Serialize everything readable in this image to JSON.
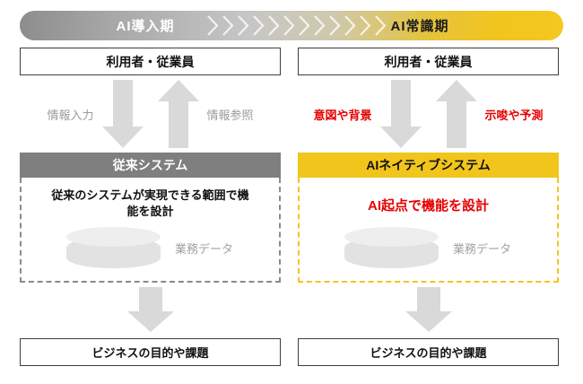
{
  "banner": {
    "left_label": "AI導入期",
    "right_label": "AI常識期"
  },
  "columns": [
    {
      "top_box": "利用者・従業員",
      "down_label": "情報入力",
      "up_label": "情報参照",
      "system_title": "従来システム",
      "system_desc": "従来のシステムが実現できる範囲で機能を設計",
      "data_label": "業務データ",
      "bottom_box": "ビジネスの目的や課題"
    },
    {
      "top_box": "利用者・従業員",
      "down_label": "意図や背景",
      "up_label": "示唆や予測",
      "system_title": "AIネイティブシステム",
      "system_desc": "AI起点で機能を設計",
      "data_label": "業務データ",
      "bottom_box": "ビジネスの目的や課題"
    }
  ],
  "colors": {
    "accent_yellow": "#f2c51d",
    "header_gray": "#7f7f7f",
    "highlight_red": "#e60000",
    "arrow_gray": "#d9d9d9",
    "label_gray": "#9b9b9b"
  }
}
